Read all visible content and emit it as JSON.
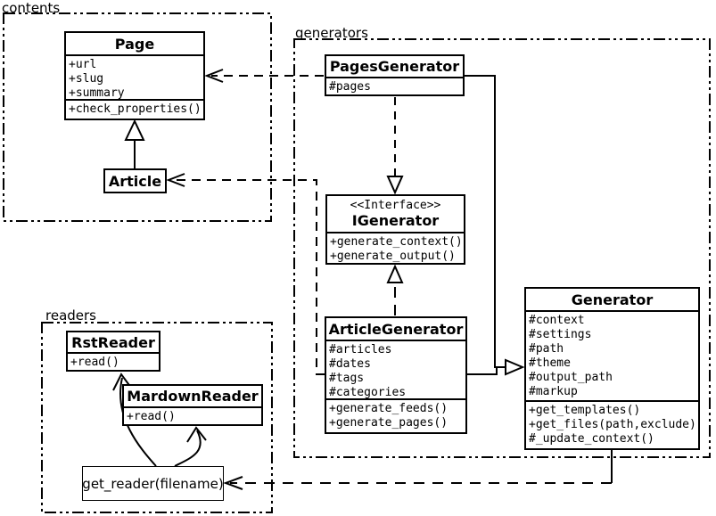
{
  "diagram_title": "UML class diagram",
  "colors": {
    "line": "#000000",
    "background": "#ffffff",
    "box_fill": "#ffffff",
    "text": "#000000"
  },
  "packages": {
    "contents": {
      "label": "contents"
    },
    "generators": {
      "label": "generators"
    },
    "readers": {
      "label": "readers"
    }
  },
  "classes": {
    "page": {
      "name": "Page",
      "attributes": [
        "+url",
        "+slug",
        "+summary"
      ],
      "methods": [
        "+check_properties()"
      ]
    },
    "article": {
      "name": "Article"
    },
    "pages_generator": {
      "name": "PagesGenerator",
      "attributes": [
        "#pages"
      ]
    },
    "igenerator": {
      "stereotype": "<<Interface>>",
      "name": "IGenerator",
      "methods": [
        "+generate_context()",
        "+generate_output()"
      ]
    },
    "article_generator": {
      "name": "ArticleGenerator",
      "attributes": [
        "#articles",
        "#dates",
        "#tags",
        "#categories"
      ],
      "methods": [
        "+generate_feeds()",
        "+generate_pages()"
      ]
    },
    "generator": {
      "name": "Generator",
      "attributes": [
        "#context",
        "#settings",
        "#path",
        "#theme",
        "#output_path",
        "#markup"
      ],
      "methods": [
        "+get_templates()",
        "+get_files(path,exclude)",
        "#_update_context()"
      ]
    },
    "rst_reader": {
      "name": "RstReader",
      "methods": [
        "+read()"
      ]
    },
    "mardown_reader": {
      "name": "MardownReader",
      "methods": [
        "+read()"
      ]
    },
    "get_reader": {
      "label": "get_reader(filename)"
    }
  },
  "relationships": [
    {
      "from": "Article",
      "to": "Page",
      "type": "inheritance"
    },
    {
      "from": "PagesGenerator",
      "to": "Generator",
      "type": "inheritance"
    },
    {
      "from": "ArticleGenerator",
      "to": "Generator",
      "type": "inheritance"
    },
    {
      "from": "PagesGenerator",
      "to": "IGenerator",
      "type": "realization"
    },
    {
      "from": "ArticleGenerator",
      "to": "IGenerator",
      "type": "realization"
    },
    {
      "from": "PagesGenerator",
      "to": "Page",
      "type": "dependency"
    },
    {
      "from": "ArticleGenerator",
      "to": "Article",
      "type": "dependency"
    },
    {
      "from": "Generator",
      "to": "get_reader(filename)",
      "type": "dependency"
    },
    {
      "from": "get_reader(filename)",
      "to": "RstReader",
      "type": "arrow"
    },
    {
      "from": "get_reader(filename)",
      "to": "MardownReader",
      "type": "arrow"
    }
  ]
}
